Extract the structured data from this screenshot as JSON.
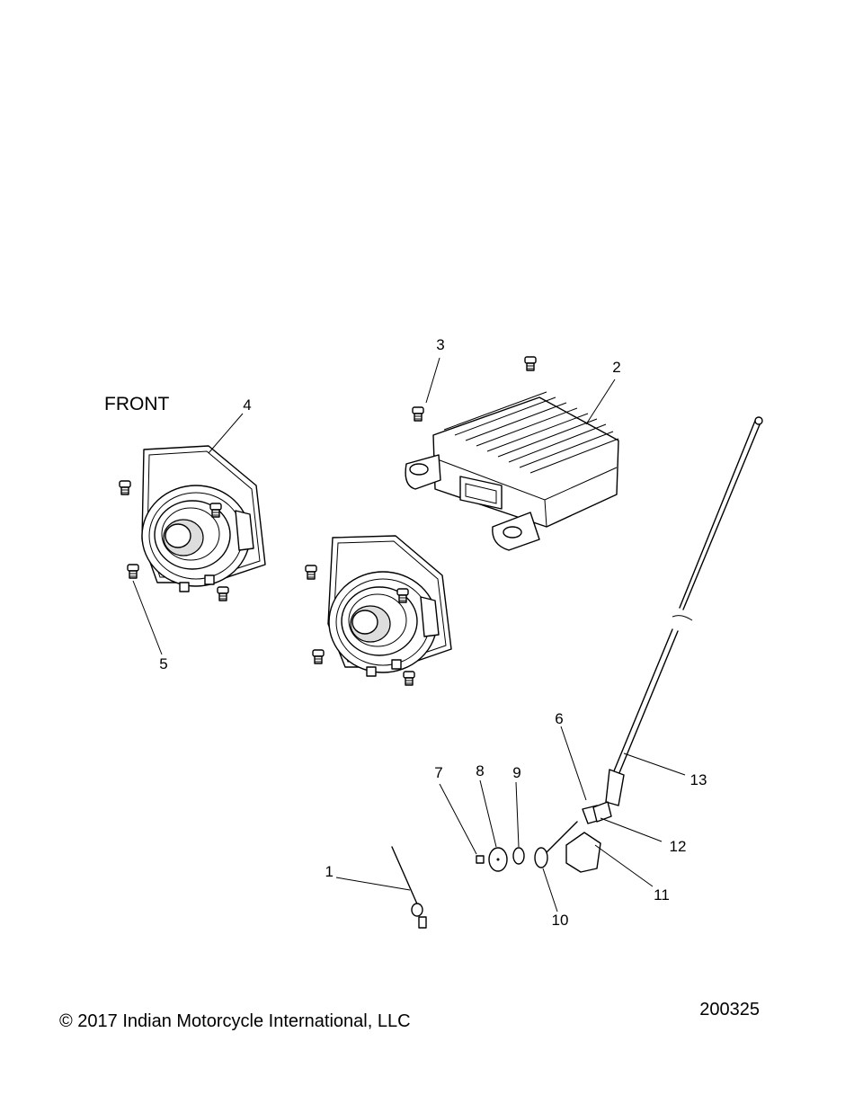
{
  "diagram": {
    "orientation_label": "FRONT",
    "callouts": [
      {
        "id": "1",
        "label": "1"
      },
      {
        "id": "2",
        "label": "2"
      },
      {
        "id": "3",
        "label": "3"
      },
      {
        "id": "4",
        "label": "4"
      },
      {
        "id": "5",
        "label": "5"
      },
      {
        "id": "6",
        "label": "6"
      },
      {
        "id": "7",
        "label": "7"
      },
      {
        "id": "8",
        "label": "8"
      },
      {
        "id": "9",
        "label": "9"
      },
      {
        "id": "10",
        "label": "10"
      },
      {
        "id": "11",
        "label": "11"
      },
      {
        "id": "12",
        "label": "12"
      },
      {
        "id": "13",
        "label": "13"
      }
    ]
  },
  "footer": {
    "copyright": "© 2017 Indian Motorcycle International, LLC",
    "diagram_number": "200325"
  }
}
